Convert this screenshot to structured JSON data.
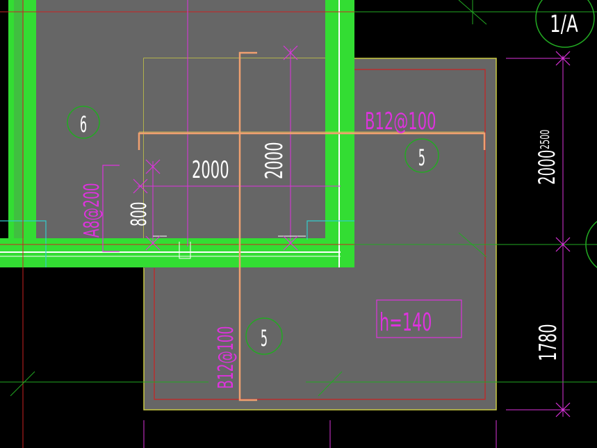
{
  "labels": {
    "axis_bubble": "1/A",
    "slab_6": "6",
    "slab_5_upper": "5",
    "slab_5_lower": "5",
    "rebar_top": "B12@100",
    "rebar_left": "A8@200",
    "rebar_lower": "B12@100",
    "dim_2000_horizontal": "2000",
    "dim_2000_vertical": "2000",
    "dim_800": "800",
    "dim_2000_right": "2000",
    "dim_2500_small": "2500",
    "dim_1780": "1780",
    "thickness_tag": "h=140"
  },
  "colors": {
    "background": "#000000",
    "slab_fill": "#666666",
    "wall_green": "#33dd33",
    "magenta": "#dd33dd",
    "red": "#cc2222",
    "orange_rebar": "#f0a070",
    "green_line": "#22aa22",
    "yellow_outline": "#cccc44",
    "white": "#ffffff",
    "cyan": "#33cccc"
  }
}
